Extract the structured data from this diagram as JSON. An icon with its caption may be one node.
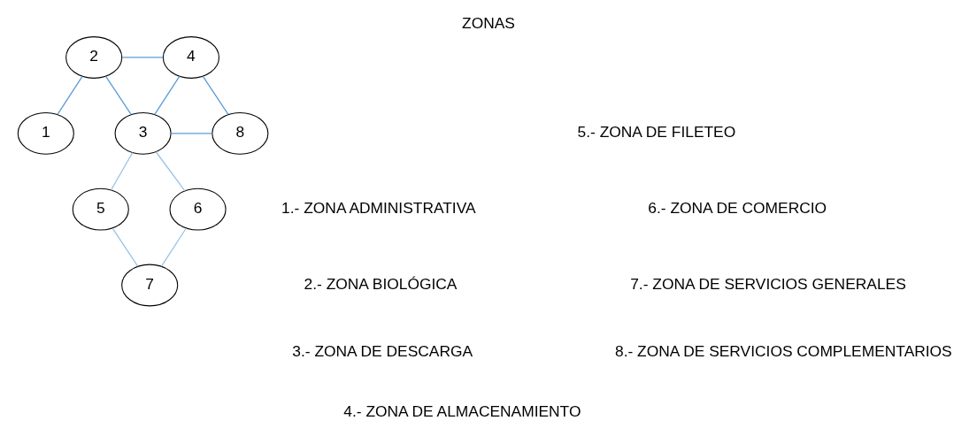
{
  "diagram": {
    "title": "ZONAS",
    "nodes": [
      {
        "text": [
          "1"
        ]
      },
      {
        "text": [
          "2"
        ]
      },
      {
        "text": [
          "3"
        ]
      },
      {
        "text": [
          "4"
        ]
      },
      {
        "text": [
          "5"
        ]
      },
      {
        "text": [
          "6"
        ]
      },
      {
        "text": [
          "7"
        ]
      },
      {
        "text": [
          "8"
        ]
      }
    ],
    "edges": [
      {
        "from": 1,
        "to": 3,
        "arrow": "none"
      },
      {
        "from": 1,
        "to": 0,
        "arrow": "none"
      },
      {
        "from": 1,
        "to": 2,
        "arrow": "none"
      },
      {
        "from": 3,
        "to": 2,
        "arrow": "none"
      },
      {
        "from": 3,
        "to": 7,
        "arrow": "none"
      },
      {
        "from": 2,
        "to": 7,
        "arrow": "none"
      },
      {
        "from": 2,
        "to": 5,
        "arrow": "none",
        "color": "#9dc3e6"
      },
      {
        "from": 2,
        "to": 4,
        "arrow": "none",
        "color": "#9dc3e6"
      },
      {
        "from": 5,
        "to": 6,
        "arrow": "none",
        "color": "#9dc3e6"
      },
      {
        "from": 6,
        "to": 4,
        "arrow": "none",
        "color": "#9dc3e6"
      }
    ],
    "labels": [
      "1.- ZONA ADMINISTRATIVA",
      "2.- ZONA BIOLÓGICA",
      "3.- ZONA DE DESCARGA",
      "4.- ZONA DE ALMACENAMIENTO",
      "5.- ZONA DE FILETEO",
      "6.- ZONA DE COMERCIO",
      "7.- ZONA DE SERVICIOS GENERALES",
      "8.- ZONA DE SERVICIOS COMPLEMENTARIOS"
    ]
  }
}
